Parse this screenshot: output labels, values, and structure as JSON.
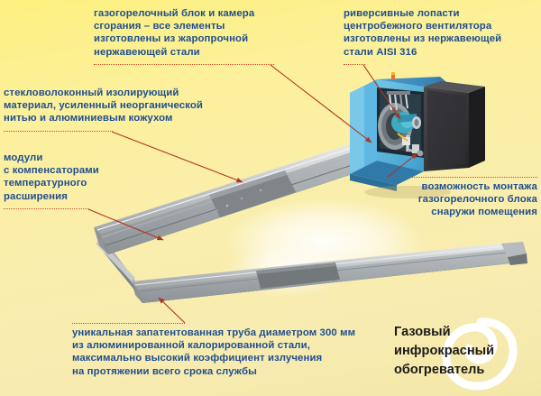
{
  "page": {
    "background_top_color": "#fdf07f",
    "background_bottom_color": "#f3e7a8",
    "callout_text_color": "#1f4f8f",
    "leader_line_color": "#c0392b",
    "underline_color": "#d2452a",
    "title_color": "#1a1a1a"
  },
  "product": {
    "title": "Газовый\nинфрокрасный\nобогреватель"
  },
  "callouts": [
    {
      "id": "burner-unit",
      "text": "газогорелочный блок и камера\nсгорания – все элементы\nизготовлены из жаропрочной\nнержавеющей стали",
      "align": "left"
    },
    {
      "id": "fan-blades",
      "text": "риверсивные лопасти\nцентробежного вентилятора\nизготовлены из нержавеющей\nстали AISI 316",
      "align": "left"
    },
    {
      "id": "insulation",
      "text": "стекловолоконный изолирующий\nматериал, усиленный неорганической\nнитью и алюминиевым кожухом",
      "align": "left"
    },
    {
      "id": "modules",
      "text": "модули\nс компенсаторами\nтемпературного\nрасширения",
      "align": "left"
    },
    {
      "id": "outdoor-mounting",
      "text": "возможность монтажа\nгазогорелочного блока\nснаружи помещения",
      "align": "right"
    },
    {
      "id": "tube",
      "text": "уникальная запатентованная труба диаметром 300 мм\nиз алюминированной калорированной стали,\nмаксимально высокий коэффициент излучения\nна протяжении всего срока службы",
      "align": "left"
    }
  ],
  "artwork": {
    "burner_box_color": "#5ab4de",
    "burner_box_dark_color": "#2e7ba6",
    "black_box_color": "#3a3a3c",
    "reflector_color": "#c9ccce",
    "tube_color": "#3b4044",
    "impeller_color": "#3fa9bf"
  }
}
